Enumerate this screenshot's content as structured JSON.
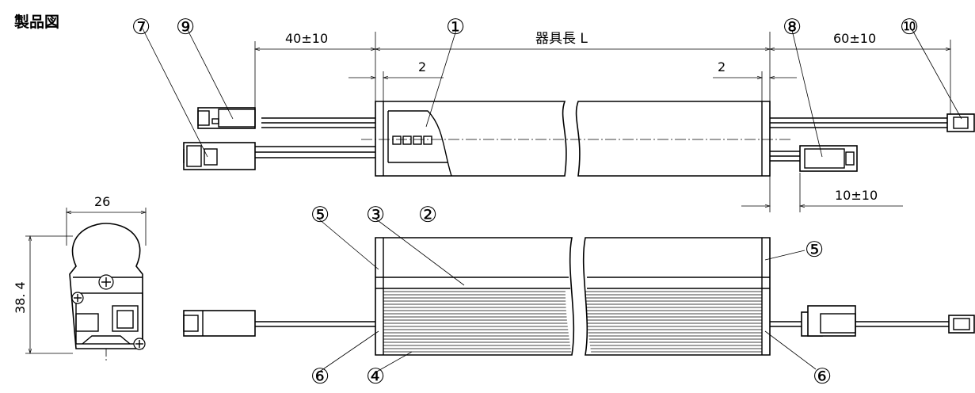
{
  "title": "製品図",
  "dimensions": {
    "left_lead": "40±10",
    "fixture_length": "器具長 L",
    "right_lead": "60±10",
    "offset_left": "2",
    "offset_right": "2",
    "connector_offset": "10±10",
    "width": "26",
    "height": "38. 4"
  },
  "callouts": {
    "c1": "①",
    "c2": "②",
    "c3": "③",
    "c4": "④",
    "c5": "⑤",
    "c6": "⑥",
    "c7": "⑦",
    "c8": "⑧",
    "c9": "⑨",
    "c10": "⑩"
  }
}
